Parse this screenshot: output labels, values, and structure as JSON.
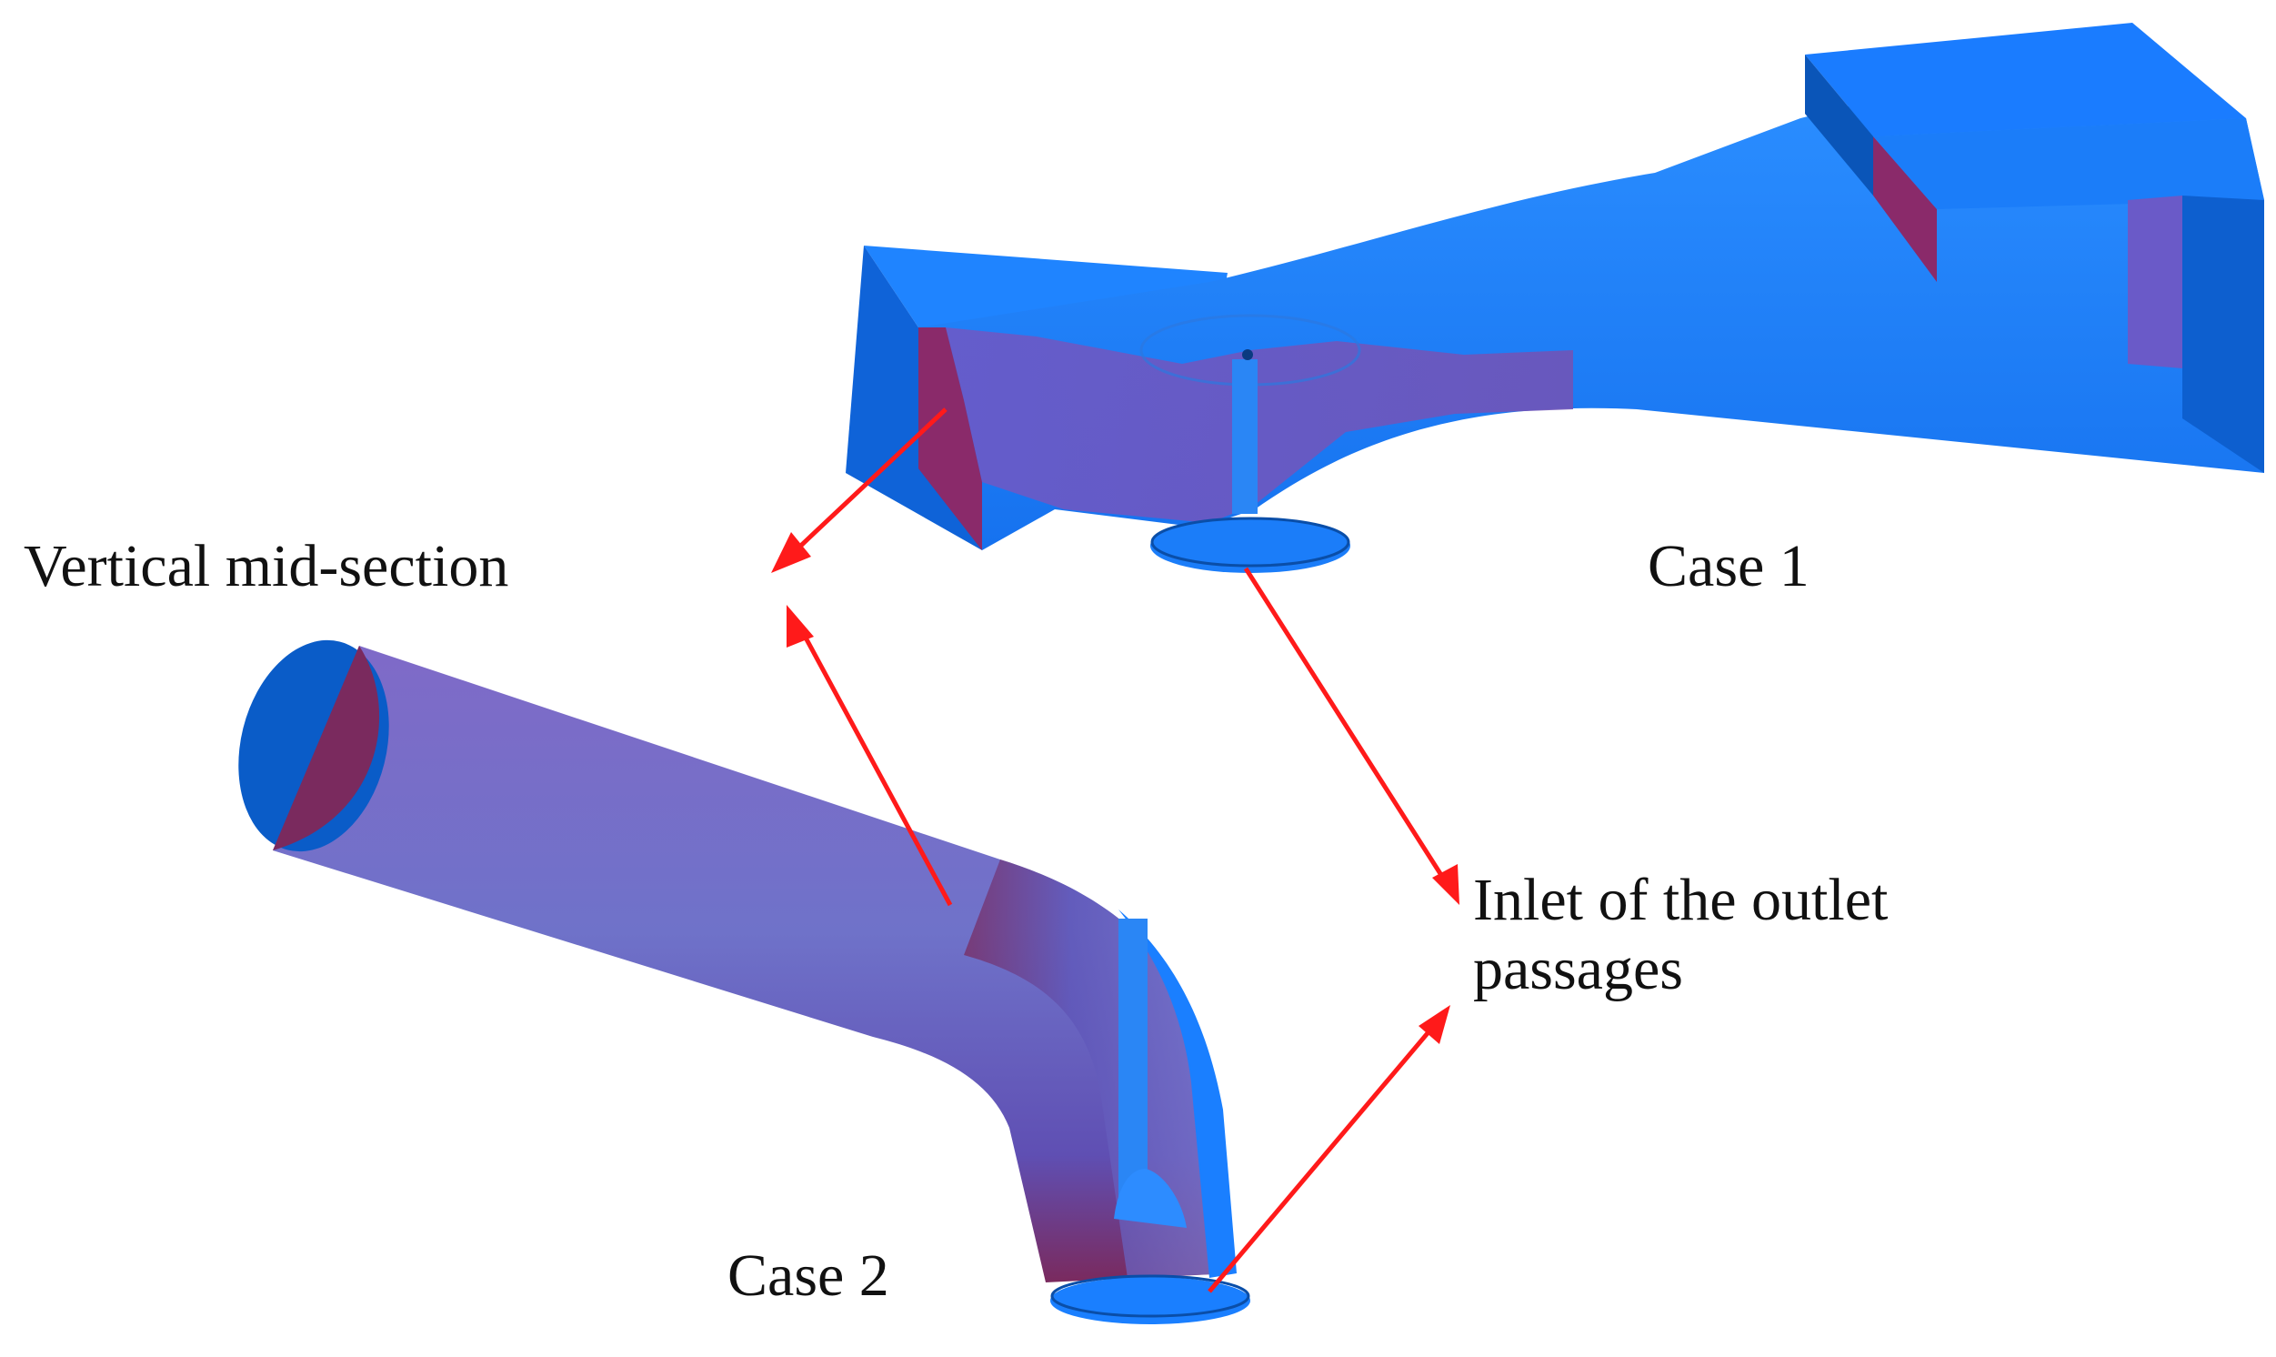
{
  "labels": {
    "vertical_mid_section": "Vertical mid-section",
    "case_1": "Case 1",
    "inlet_line_1": "Inlet of the outlet",
    "inlet_line_2": "passages",
    "case_2": "Case 2"
  },
  "colors": {
    "background": "#ffffff",
    "solid_blue": "#1a7fff",
    "solid_blue_dark": "#0a5fd6",
    "solid_blue_shadow": "#0a4ea8",
    "section_purple": "#6a5ac8",
    "section_magenta": "#8a2a6a",
    "arrow_red": "#ff1a1a",
    "text": "#111111"
  }
}
